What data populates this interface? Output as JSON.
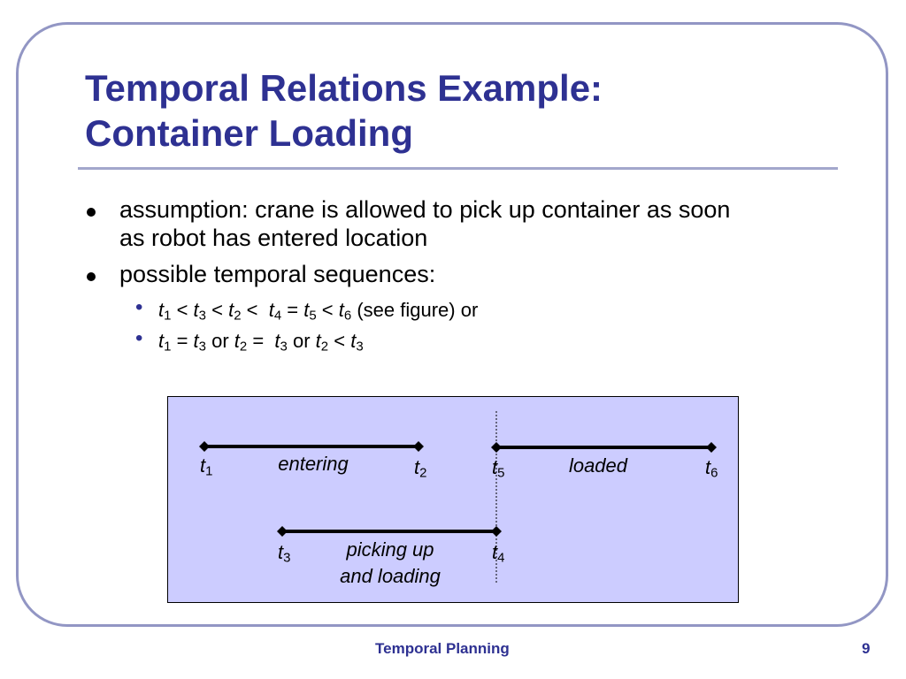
{
  "slide": {
    "title_line1": "Temporal Relations Example:",
    "title_line2": "Container Loading",
    "bullets": [
      {
        "line1": "assumption: crane is allowed to pick up container as soon",
        "line2": "as robot has entered location"
      },
      {
        "line1": "possible temporal sequences:"
      }
    ],
    "sub_bullets": [
      {
        "tokens": [
          {
            "v": "t",
            "s": "1"
          },
          {
            "t": " < "
          },
          {
            "v": "t",
            "s": "3"
          },
          {
            "t": " < "
          },
          {
            "v": "t",
            "s": "2"
          },
          {
            "t": " <  "
          },
          {
            "v": "t",
            "s": "4"
          },
          {
            "t": " = "
          },
          {
            "v": "t",
            "s": "5"
          },
          {
            "t": " < "
          },
          {
            "v": "t",
            "s": "6"
          },
          {
            "t": " (see figure) or"
          }
        ]
      },
      {
        "tokens": [
          {
            "v": "t",
            "s": "1"
          },
          {
            "t": " = "
          },
          {
            "v": "t",
            "s": "3"
          },
          {
            "t": " or "
          },
          {
            "v": "t",
            "s": "2"
          },
          {
            "t": " =  "
          },
          {
            "v": "t",
            "s": "3"
          },
          {
            "t": " or "
          },
          {
            "v": "t",
            "s": "2"
          },
          {
            "t": " < "
          },
          {
            "v": "t",
            "s": "3"
          }
        ]
      }
    ],
    "bullet_symbol": "•",
    "footer_center": "Temporal Planning",
    "footer_page": "9"
  },
  "diagram": {
    "background": "#ccccff",
    "intervals": [
      {
        "name": "entering",
        "start": "t1",
        "end": "t2"
      },
      {
        "name": "loaded",
        "start": "t5",
        "end": "t6"
      },
      {
        "name": "picking up and loading",
        "start": "t3",
        "end": "t4"
      }
    ],
    "time_labels": {
      "t1": {
        "v": "t",
        "s": "1"
      },
      "t2": {
        "v": "t",
        "s": "2"
      },
      "t3": {
        "v": "t",
        "s": "3"
      },
      "t4": {
        "v": "t",
        "s": "4"
      },
      "t5": {
        "v": "t",
        "s": "5"
      },
      "t6": {
        "v": "t",
        "s": "6"
      }
    },
    "interval_labels": {
      "entering": "entering",
      "loaded": "loaded",
      "picking_line1": "picking up",
      "picking_line2": "and loading"
    }
  },
  "colors": {
    "title": "#2e3192",
    "frame": "#9296c4",
    "rule": "#a3a7cc"
  }
}
